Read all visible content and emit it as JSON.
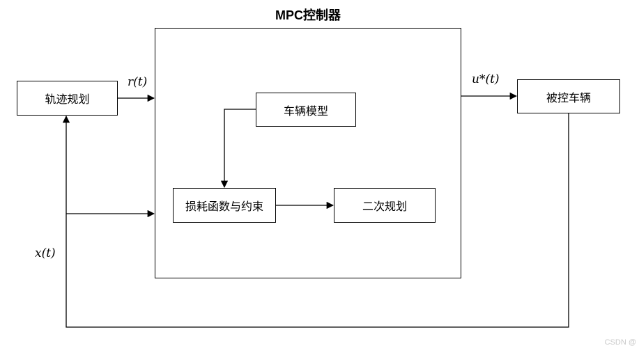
{
  "diagram": {
    "title": "MPC控制器",
    "nodes": {
      "trajectory_planning": {
        "label": "轨迹规划"
      },
      "vehicle_model": {
        "label": "车辆模型"
      },
      "cost_function": {
        "label": "损耗函数与约束"
      },
      "quadratic_programming": {
        "label": "二次规划"
      },
      "controlled_vehicle": {
        "label": "被控车辆"
      }
    },
    "signals": {
      "reference": "r(t)",
      "control": "u*(t)",
      "state": "x(t)"
    },
    "colors": {
      "line": "#000000",
      "background": "#ffffff"
    }
  },
  "watermark": "CSDN @"
}
